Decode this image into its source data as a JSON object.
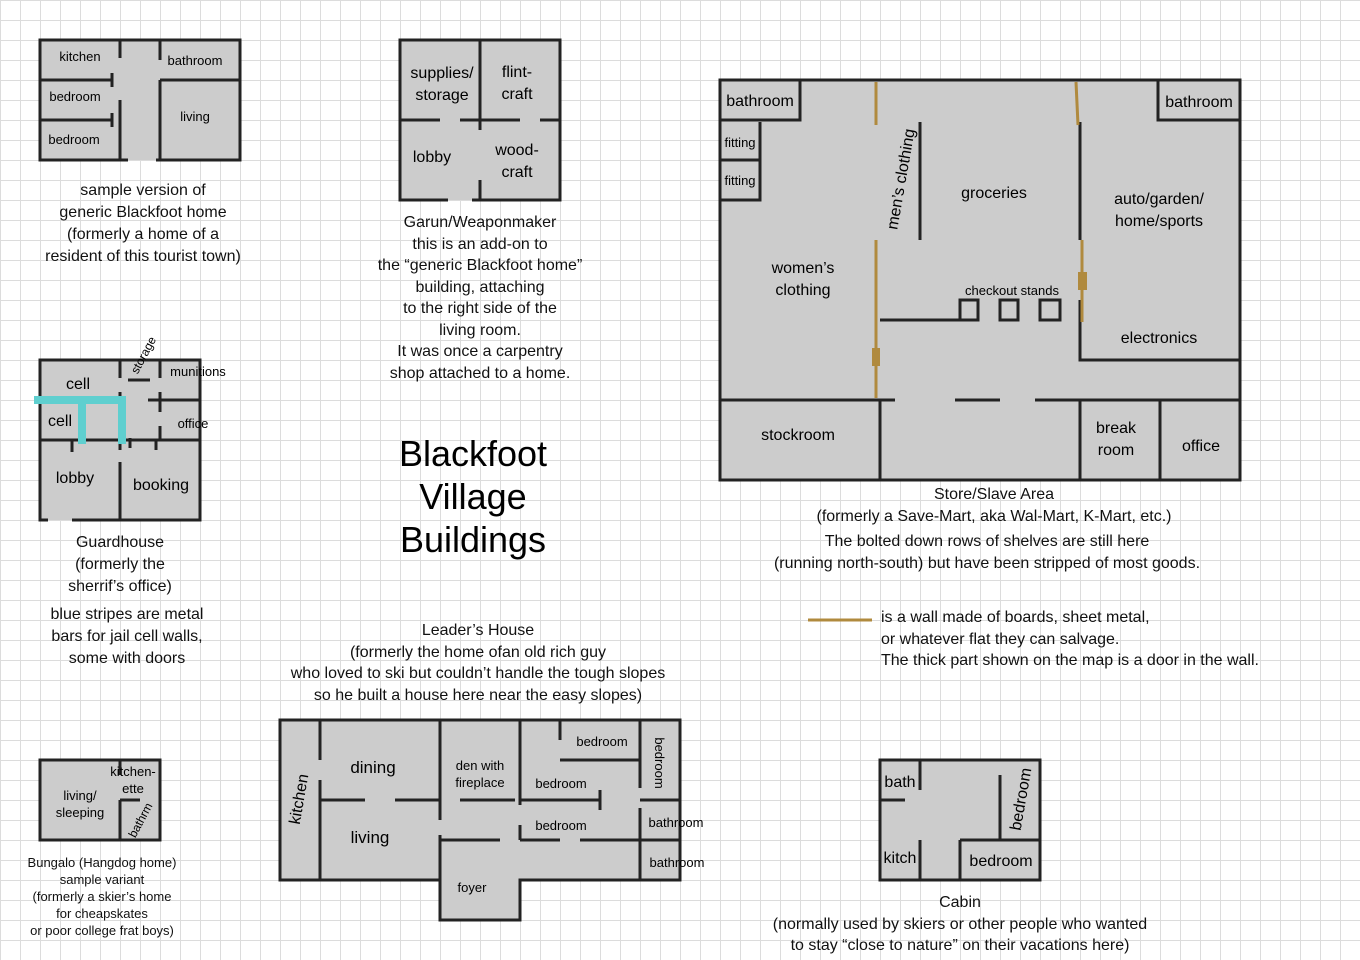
{
  "title": [
    "Blackfoot",
    "Village",
    "Buildings"
  ],
  "colors": {
    "floor": "#cccccc",
    "wall": "#222222",
    "board_wall": "#b08a3e",
    "jail_bars": "#5fcfcf",
    "grid": "#dcdcdc"
  },
  "rooms": {
    "home": {
      "kitchen": "kitchen",
      "bathroom": "bathroom",
      "bedroom1": "bedroom",
      "bedroom2": "bedroom",
      "living": "living"
    },
    "weaponmaker": {
      "supplies": [
        "supplies/",
        "storage"
      ],
      "flintcraft": [
        "flint-",
        "craft"
      ],
      "lobby": "lobby",
      "woodcraft": [
        "wood-",
        "craft"
      ]
    },
    "store": {
      "bathroom_left": "bathroom",
      "bathroom_right": "bathroom",
      "fitting1": "fitting",
      "fitting2": "fitting",
      "mens_clothing": "men’s clothing",
      "groceries": "groceries",
      "auto": [
        "auto/garden/",
        "home/sports"
      ],
      "womens": [
        "women’s",
        "clothing"
      ],
      "checkout": "checkout stands",
      "electronics": "electronics",
      "stockroom": "stockroom",
      "break_room": [
        "break",
        "room"
      ],
      "office": "office"
    },
    "guardhouse": {
      "cell1": "cell",
      "cell2": "cell",
      "storage": "storage",
      "munitions": "munitions",
      "office": "office",
      "lobby": "lobby",
      "booking": "booking"
    },
    "bungalo": {
      "living": [
        "living/",
        "sleeping"
      ],
      "kitchenette": [
        "kitchen-",
        "ette"
      ],
      "bathroom": "bathrm"
    },
    "leader": {
      "kitchen": "kitchen",
      "dining": "dining",
      "den": [
        "den with",
        "fireplace"
      ],
      "living": "living",
      "bedroom1": "bedroom",
      "bedroom2": "bedroom",
      "bedroom3": "bedroom",
      "bedroom4": "bedroom",
      "bathroom1": "bathroom",
      "bathroom2": "bathroom",
      "foyer": "foyer"
    },
    "cabin": {
      "bath": "bath",
      "bedroom1": "bedroom",
      "kitchen": "kitch",
      "bedroom2": "bedroom"
    }
  },
  "captions": {
    "home": [
      "sample version of",
      "generic Blackfoot home",
      "(formerly a home of a",
      "resident of this tourist town)"
    ],
    "weaponmaker": [
      "Garun/Weaponmaker",
      "this is an add-on to",
      "the “generic Blackfoot home”",
      "building, attaching",
      "to the right side of the",
      "living room.",
      "It was once a carpentry",
      "shop attached to a home."
    ],
    "store": [
      "Store/Slave Area",
      "(formerly a Save-Mart, aka Wal-Mart, K-Mart, etc.)"
    ],
    "store_note": [
      "The bolted down rows of shelves are still here",
      "(running north-south) but have been stripped of most goods."
    ],
    "guardhouse": [
      "Guardhouse",
      "(formerly the",
      "sherrif’s office)"
    ],
    "bars_note": [
      "blue stripes are metal",
      "bars for jail cell walls,",
      "some with doors"
    ],
    "leader": [
      "Leader’s House",
      "(formerly the home ofan old rich guy",
      "who loved to ski but couldn’t handle the tough slopes",
      "so he built a house here near the easy slopes)"
    ],
    "legend": [
      "is a wall made of boards, sheet metal,",
      "or whatever flat they can salvage.",
      "The thick part shown on the map is a door in the wall."
    ],
    "bungalo": [
      "Bungalo (Hangdog home)",
      "sample variant",
      "(formerly a skier’s home",
      "for cheapskates",
      "or poor college frat boys)"
    ],
    "cabin": [
      "Cabin",
      "(normally used by skiers or other people who wanted",
      "to stay “close to nature” on their vacations here)"
    ]
  }
}
